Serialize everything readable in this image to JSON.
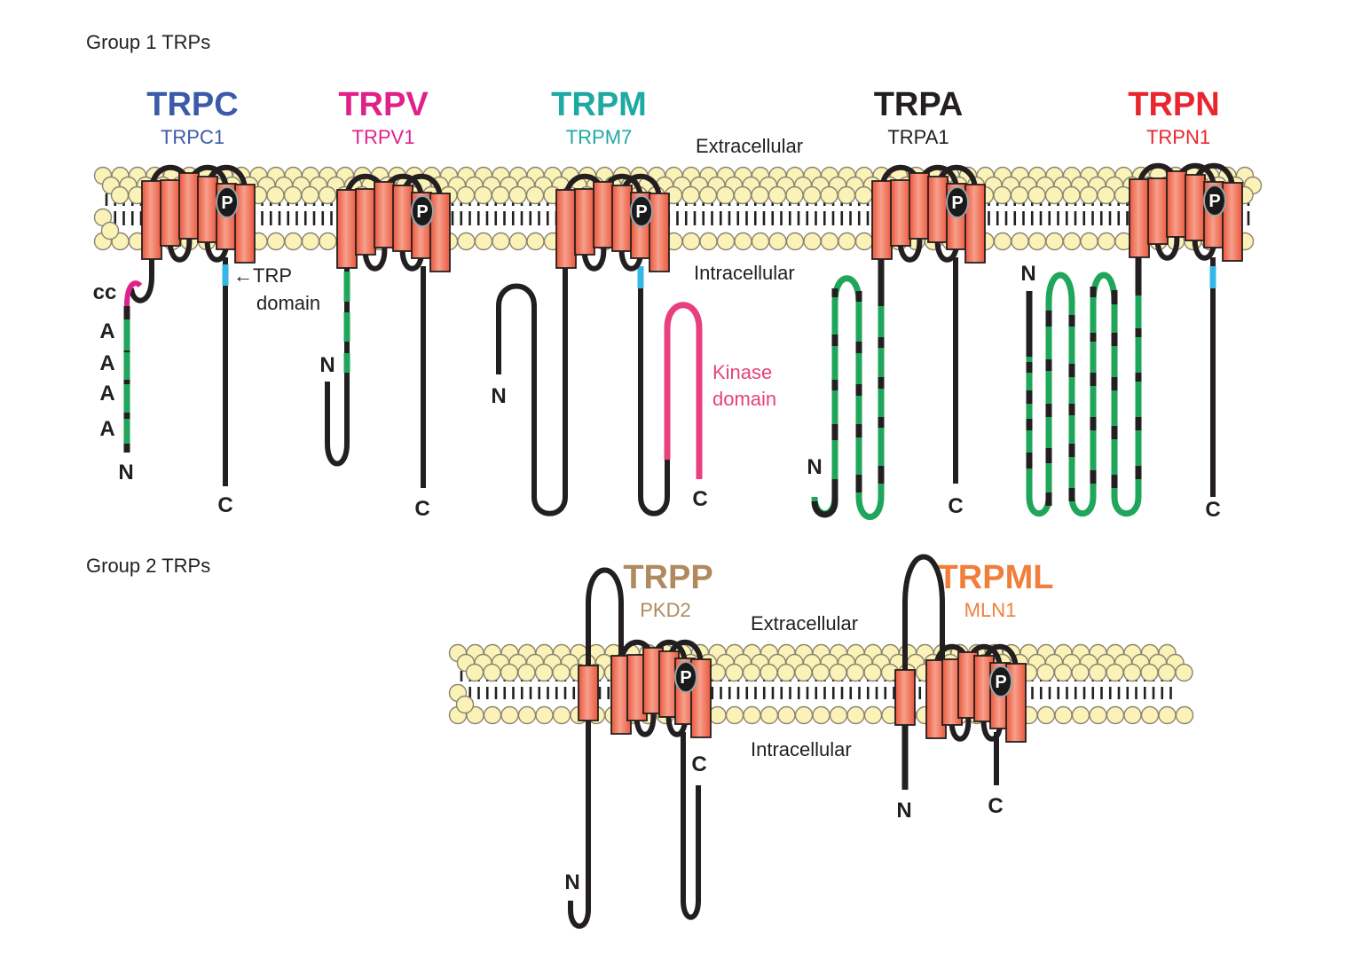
{
  "groups": [
    {
      "label": "Group 1 TRPs",
      "extracellular_label": "Extracellular",
      "intracellular_label": "Intracellular"
    },
    {
      "label": "Group 2 TRPs",
      "extracellular_label": "Extracellular",
      "intracellular_label": "Intracellular"
    }
  ],
  "families": [
    {
      "id": "trpc",
      "group": 1,
      "family": "TRPC",
      "member": "TRPC1",
      "color": "#3b5ba9",
      "n_terminus": "N",
      "c_terminus": "C",
      "pore_label": "P",
      "annotations": {
        "cc": "cc",
        "ankyrin": [
          "A",
          "A",
          "A",
          "A"
        ],
        "trp_domain": "←TRP\ndomain"
      }
    },
    {
      "id": "trpv",
      "group": 1,
      "family": "TRPV",
      "member": "TRPV1",
      "color": "#e0218a",
      "n_terminus": "N",
      "c_terminus": "C",
      "pore_label": "P"
    },
    {
      "id": "trpm",
      "group": 1,
      "family": "TRPM",
      "member": "TRPM7",
      "color": "#1fa9a3",
      "n_terminus": "N",
      "c_terminus": "C",
      "pore_label": "P",
      "annotations": {
        "kinase_domain": "Kinase\ndomain"
      }
    },
    {
      "id": "trpa",
      "group": 1,
      "family": "TRPA",
      "member": "TRPA1",
      "color": "#231f20",
      "n_terminus": "N",
      "c_terminus": "C",
      "pore_label": "P"
    },
    {
      "id": "trpn",
      "group": 1,
      "family": "TRPN",
      "member": "TRPN1",
      "color": "#e8262d",
      "n_terminus": "N",
      "c_terminus": "C",
      "pore_label": "P"
    },
    {
      "id": "trpp",
      "group": 2,
      "family": "TRPP",
      "member": "PKD2",
      "color": "#b08a5e",
      "n_terminus": "N",
      "c_terminus": "C",
      "pore_label": "P"
    },
    {
      "id": "trpml",
      "group": 2,
      "family": "TRPML",
      "member": "MLN1",
      "color": "#f07f3c",
      "n_terminus": "N",
      "c_terminus": "C",
      "pore_label": "P"
    }
  ],
  "colors": {
    "lipid_head": "#fbf2b8",
    "lipid_outline": "#8a8470",
    "helix": "#ee6a4f",
    "helix_highlight": "#f7a08c",
    "chain": "#231f20",
    "ankyrin_repeat": "#1fa65a",
    "trp_domain": "#35b6e6",
    "kinase": "#e8407e",
    "coiled_coil": "#e0218a"
  },
  "text": {
    "trp_domain_line1": "←TRP",
    "trp_domain_line2": "domain",
    "kinase_line1": "Kinase",
    "kinase_line2": "domain",
    "cc": "cc",
    "ankyrin": "A"
  }
}
